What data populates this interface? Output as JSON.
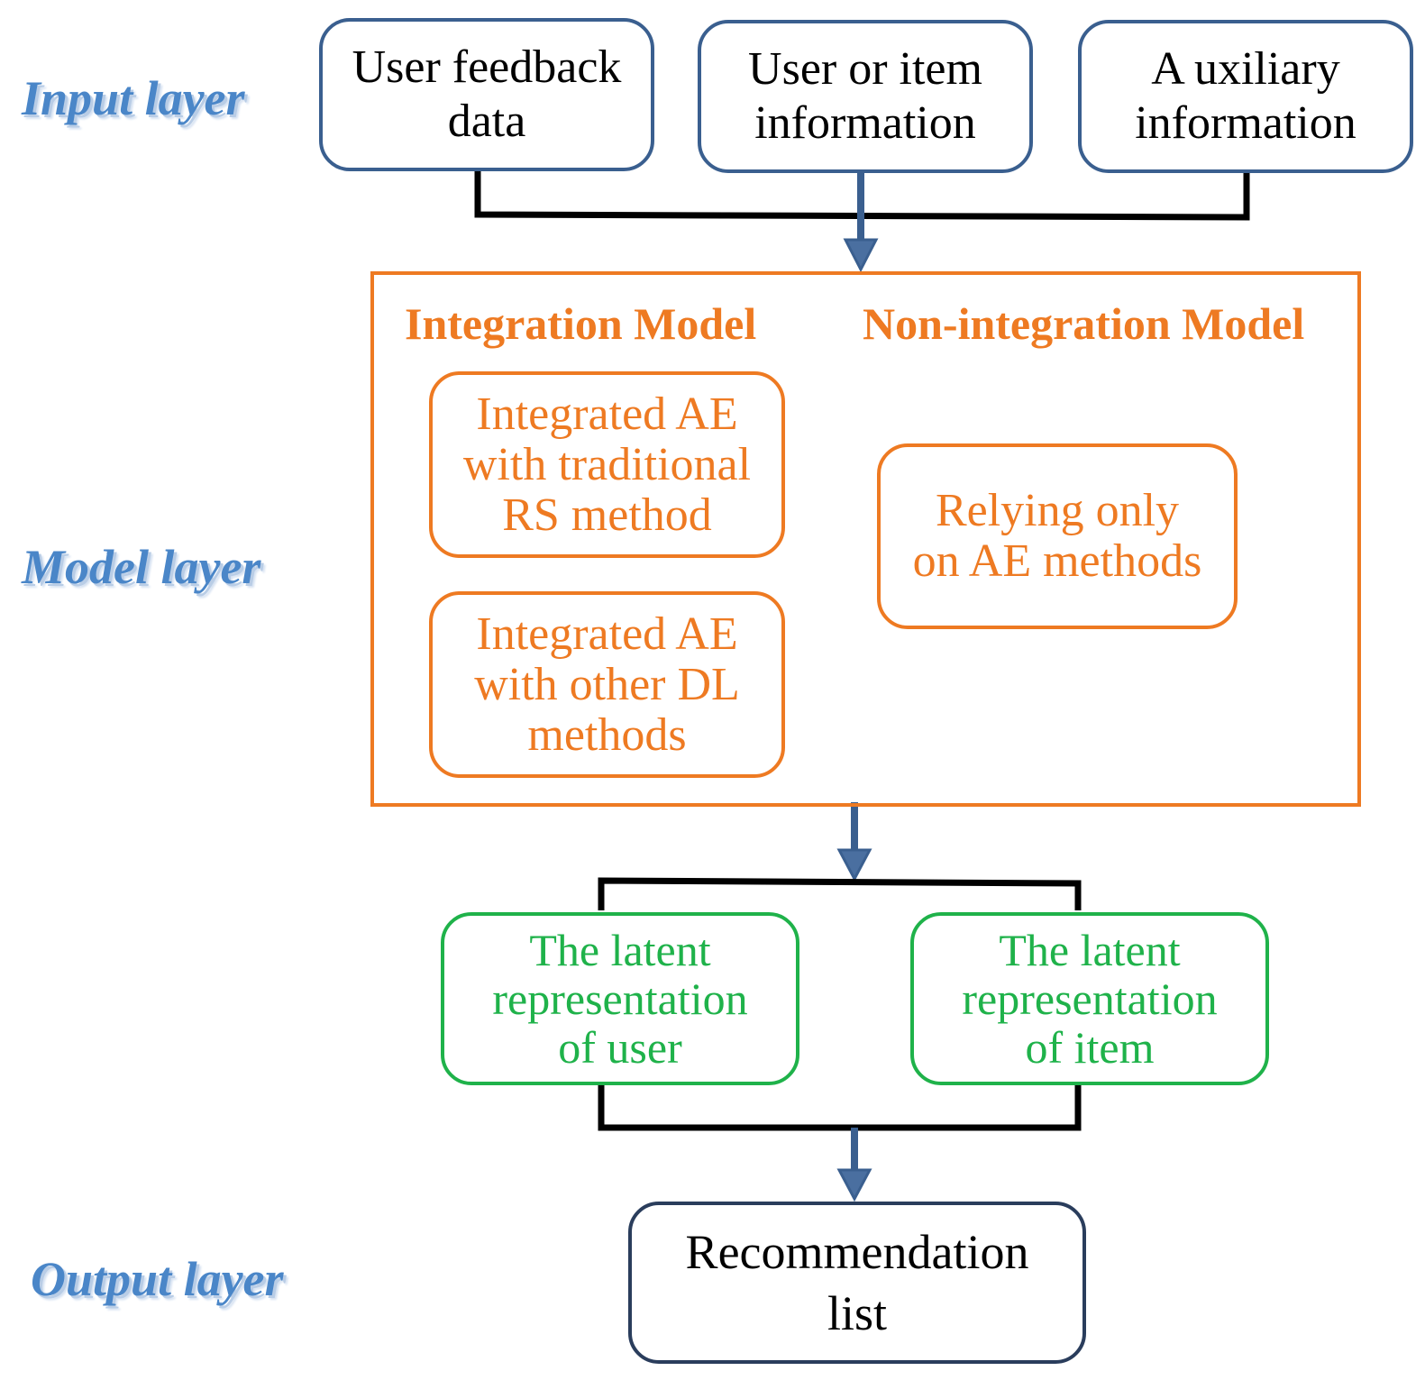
{
  "layers": {
    "input": "Input layer",
    "model": "Model layer",
    "output": "Output layer"
  },
  "inputs": [
    {
      "text": "User feedback\ndata"
    },
    {
      "text": "User  or item\ninformation"
    },
    {
      "text": "A  uxiliary\ninformation"
    }
  ],
  "model": {
    "integration_title": "Integration Model",
    "non_integration_title": "Non-integration Model",
    "integrated_traditional": "Integrated AE\nwith traditional\nRS method",
    "integrated_dl": "Integrated AE\nwith other DL\nmethods",
    "relying_only": "Relying only\non AE methods"
  },
  "latent": {
    "user": "The latent\nrepresentation\nof user",
    "item": "The latent\nrepresentation\nof item"
  },
  "output": {
    "recommendation": "Recommendation\nlist"
  },
  "colors": {
    "input_border": "#3a5f8f",
    "model_accent": "#ee7a22",
    "latent_accent": "#1fb24a",
    "arrow": "#3a5f8f",
    "connector": "#000000",
    "layer_label": "#4a86c8"
  }
}
